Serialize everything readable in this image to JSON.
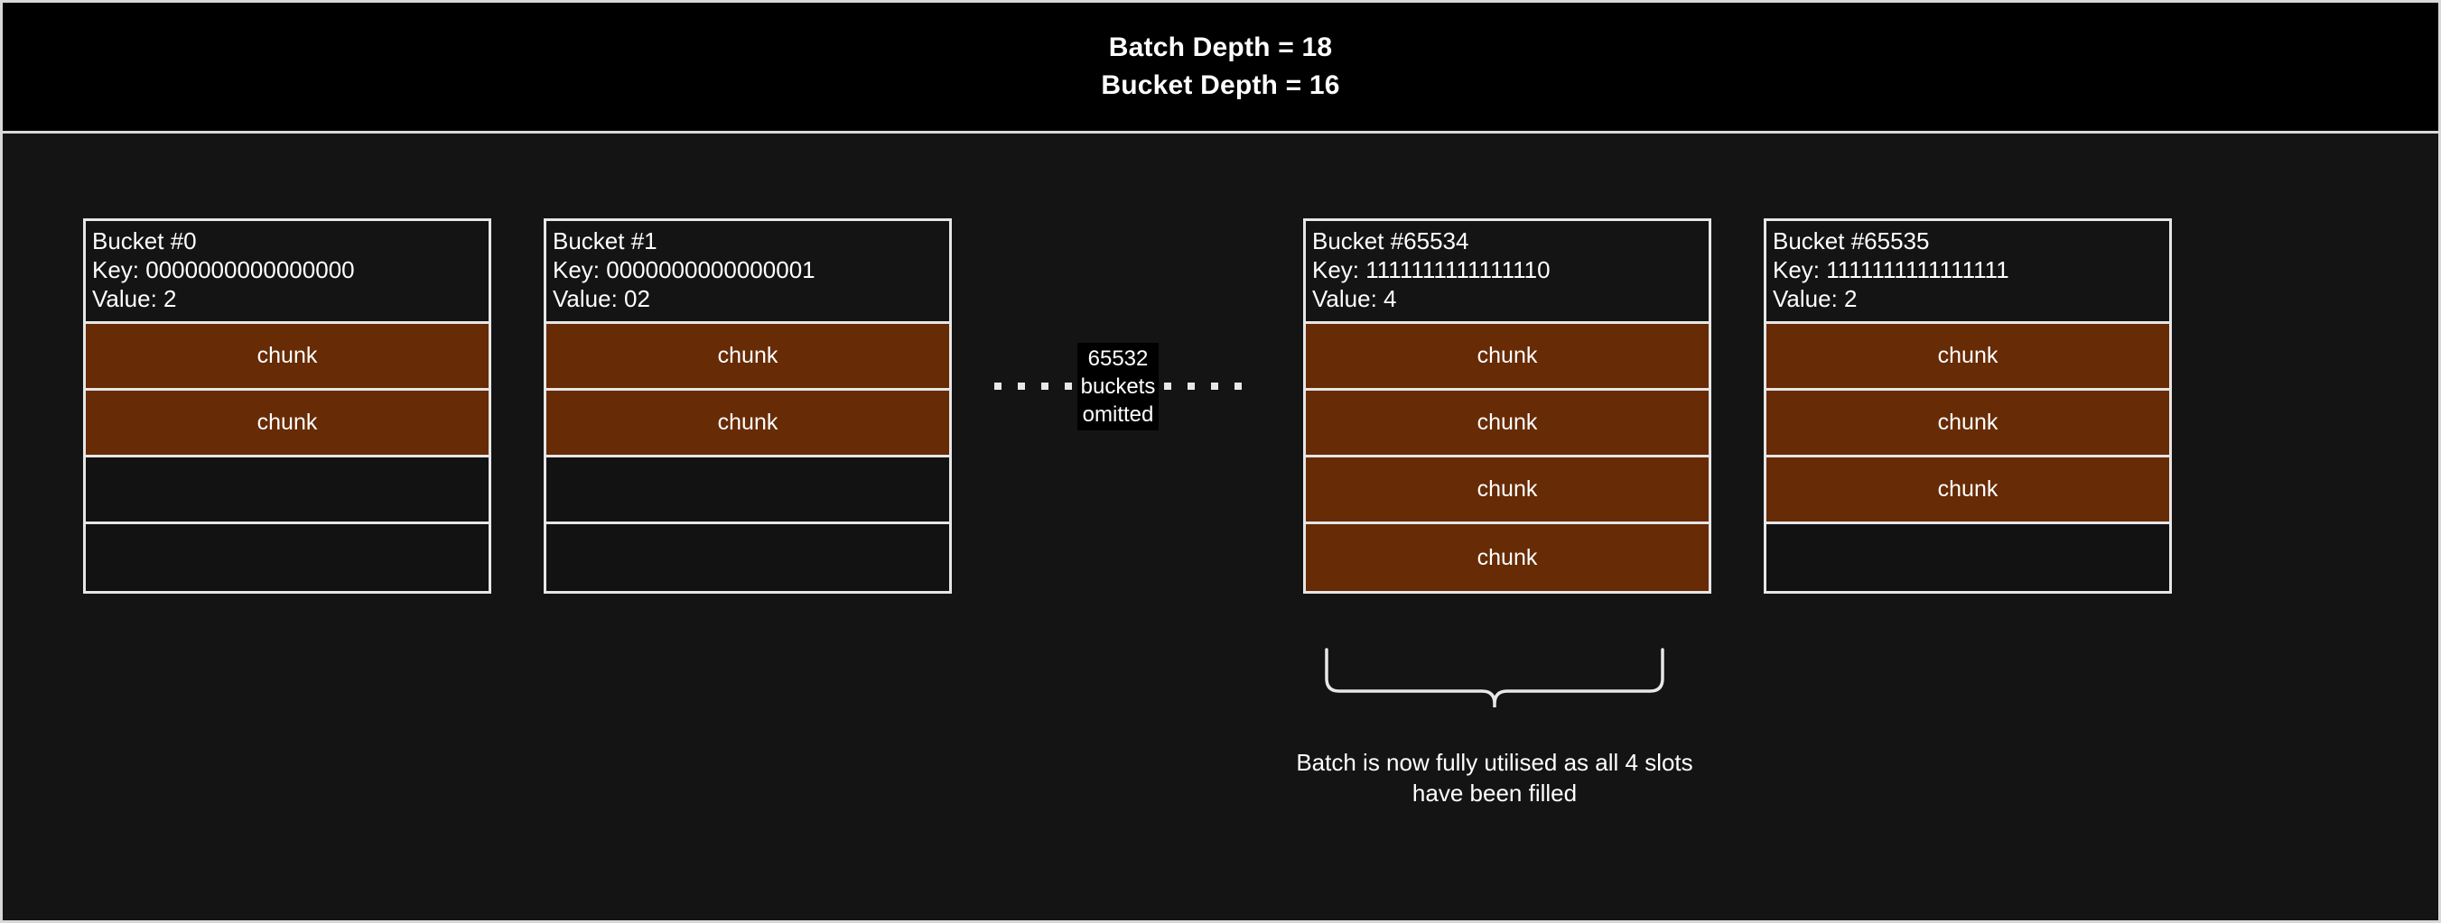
{
  "header": {
    "line1": "Batch Depth = 18",
    "line2": "Bucket Depth = 16"
  },
  "buckets": [
    {
      "title": "Bucket #0",
      "key": "Key: 0000000000000000",
      "value": "Value: 2",
      "slots": [
        "chunk",
        "chunk",
        "",
        ""
      ],
      "filled_count": 2,
      "total_slots": 4
    },
    {
      "title": "Bucket #1",
      "key": "Key: 0000000000000001",
      "value": "Value: 02",
      "slots": [
        "chunk",
        "chunk",
        "",
        ""
      ],
      "filled_count": 2,
      "total_slots": 4
    },
    {
      "title": "Bucket #65534",
      "key": "Key: 1111111111111110",
      "value": "Value: 4",
      "slots": [
        "chunk",
        "chunk",
        "chunk",
        "chunk"
      ],
      "filled_count": 4,
      "total_slots": 4
    },
    {
      "title": "Bucket #65535",
      "key": "Key: 1111111111111111",
      "value": "Value: 2",
      "slots": [
        "chunk",
        "chunk",
        "chunk",
        ""
      ],
      "filled_count": 3,
      "total_slots": 4
    }
  ],
  "omitted": {
    "label": "65532\nbuckets\nomitted",
    "dot_count_left": 4,
    "dot_count_right": 4
  },
  "annotation": {
    "caption": "Batch is now fully utilised as all 4 slots have been filled",
    "target_bucket": "Bucket #65534"
  },
  "colors": {
    "background": "#141414",
    "header_background": "#000000",
    "border": "#e6e6e6",
    "chunk_fill": "#672B05",
    "empty_slot": "#121212",
    "text": "#ffffff"
  }
}
